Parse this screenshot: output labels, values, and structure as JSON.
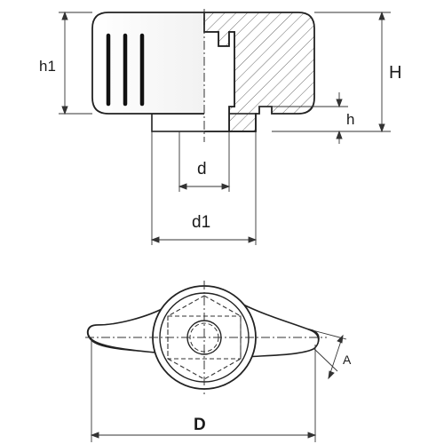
{
  "drawing": {
    "labels": {
      "h1": "h1",
      "H": "H",
      "h": "h",
      "d": "d",
      "d1": "d1",
      "D": "D",
      "A": "A"
    }
  }
}
